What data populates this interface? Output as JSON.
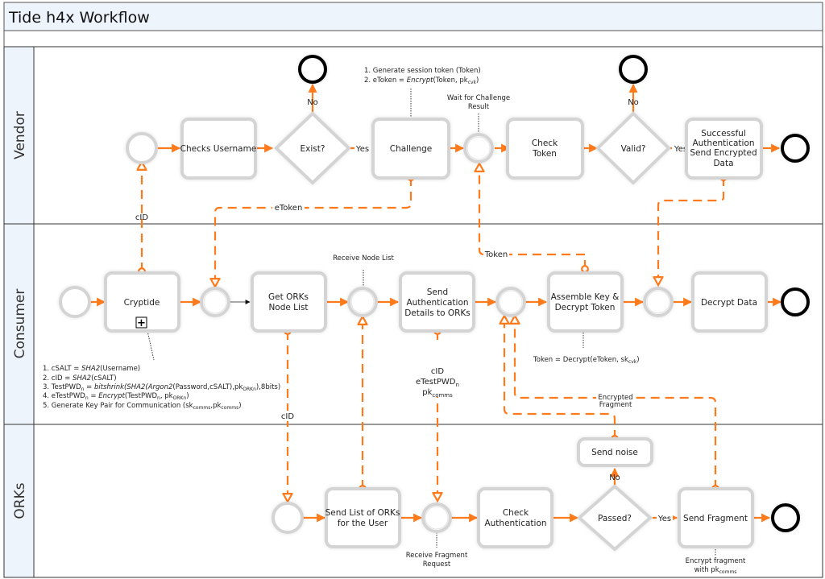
{
  "title": "Tide h4x Workflow",
  "colors": {
    "accent": "#ff7a1a",
    "lane_header": "#eef4fc",
    "end_event": "#000000",
    "shape_border": "#d4d4d4"
  },
  "lanes": [
    {
      "id": "vendor",
      "label": "Vendor"
    },
    {
      "id": "consumer",
      "label": "Consumer"
    },
    {
      "id": "orks",
      "label": "ORKs"
    }
  ],
  "nodes": {
    "checks_username": {
      "lines": [
        "Checks Username"
      ]
    },
    "exist": {
      "lines": [
        "Exist?"
      ]
    },
    "challenge": {
      "lines": [
        "Challenge"
      ]
    },
    "check_token": {
      "lines": [
        "Check",
        "Token"
      ]
    },
    "valid": {
      "lines": [
        "Valid?"
      ]
    },
    "successful_auth": {
      "lines": [
        "Successful",
        "Authentication",
        "Send Encrypted",
        "Data"
      ]
    },
    "cryptide": {
      "lines": [
        "Cryptide"
      ],
      "marker": "+"
    },
    "get_orks": {
      "lines": [
        "Get ORKs",
        "Node List"
      ]
    },
    "send_auth": {
      "lines": [
        "Send",
        "Authentication",
        "Details to ORKs"
      ]
    },
    "assemble_key": {
      "lines": [
        "Assemble Key &",
        "Decrypt Token"
      ]
    },
    "decrypt_data": {
      "lines": [
        "Decrypt Data"
      ]
    },
    "send_list_orks": {
      "lines": [
        "Send List of ORKs",
        "for the User"
      ]
    },
    "check_auth": {
      "lines": [
        "Check",
        "Authentication"
      ]
    },
    "passed": {
      "lines": [
        "Passed?"
      ]
    },
    "send_noise": {
      "lines": [
        "Send noise"
      ]
    },
    "send_fragment": {
      "lines": [
        "Send Fragment"
      ]
    }
  },
  "flow_labels": {
    "no": "No",
    "yes": "Yes",
    "cid": "cID",
    "etoken": "eToken",
    "token": "Token",
    "encrypted_fragment": [
      "Encrypted",
      "Fragment"
    ],
    "auth_payload": [
      "cID",
      "eTestPWD",
      "pk"
    ],
    "auth_payload_subs": [
      "",
      "n",
      "comms"
    ]
  },
  "annotations": {
    "challenge_note": {
      "line1": "1. Generate session token (Token)",
      "line2_pre": "2. eToken = ",
      "line2_fn": "Encrypt",
      "line2_post": "(Token, pk",
      "line2_sub": "cvk",
      "line2_end": ")"
    },
    "wait_challenge": [
      "Wait for Challenge",
      "Result"
    ],
    "receive_node_list": "Receive Node List",
    "token_decrypt": {
      "pre": "Token = Decrypt(eToken, sk",
      "sub": "cvk",
      "end": ")"
    },
    "receive_fragment": [
      "Receive Fragment",
      "Request"
    ],
    "encrypt_fragment": {
      "line1": "Encrypt fragment",
      "line2_pre": "with pk",
      "line2_sub": "comms"
    },
    "cryptide_steps": {
      "s1": {
        "pre": "1. cSALT = ",
        "fn": "SHA2",
        "post": "(Username)"
      },
      "s2": {
        "pre": "2. cID = ",
        "fn": "SHA2",
        "post": "(cSALT)"
      },
      "s3": {
        "pre": "3. TestPWD",
        "sub1": "n",
        "eq": " = ",
        "fn": "bitshrink(SHA2(Argon2",
        "mid": "(Password,cSALT),pk",
        "sub2": "ORKn",
        "post": "),8bits)"
      },
      "s4": {
        "pre": "4. eTestPWD",
        "sub1": "n",
        "eq": " = ",
        "fn": "Encrypt",
        "mid": "(TestPWD",
        "sub2": "n",
        "mid2": ", pk",
        "sub3": "ORKn",
        "post": ")"
      },
      "s5": {
        "pre": "5. Generate Key Pair for Communication (sk",
        "sub1": "comms",
        "mid": ",pk",
        "sub2": "comms",
        "post": ")"
      }
    }
  }
}
